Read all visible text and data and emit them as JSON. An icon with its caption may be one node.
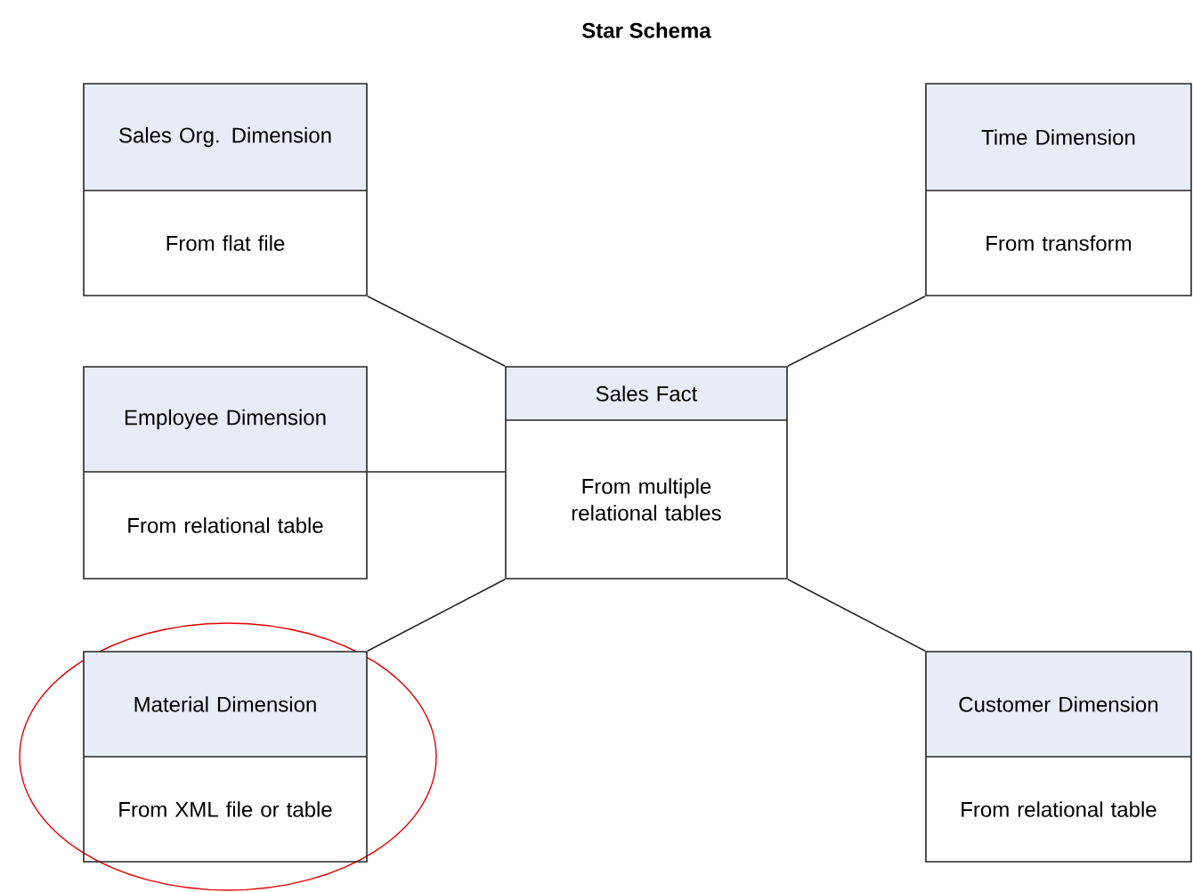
{
  "diagram": {
    "title": "Star Schema",
    "nodes": [
      {
        "text": [
          "Sales Org. Dimension",
          "From flat file"
        ]
      },
      {
        "text": [
          "Time Dimension",
          "From transform"
        ]
      },
      {
        "text": [
          "Employee Dimension",
          "From relational table"
        ]
      },
      {
        "text": [
          "Sales Fact",
          "From multiple relational tables"
        ]
      },
      {
        "text": [
          "Material Dimension",
          "From XML file or table"
        ]
      },
      {
        "text": [
          "Customer Dimension",
          "From relational table"
        ]
      }
    ],
    "edges": [
      {
        "from": 3,
        "to": 0,
        "arrow": "none"
      },
      {
        "from": 3,
        "to": 1,
        "arrow": "none"
      },
      {
        "from": 3,
        "to": 2,
        "arrow": "none"
      },
      {
        "from": 3,
        "to": 4,
        "arrow": "none"
      },
      {
        "from": 3,
        "to": 5,
        "arrow": "none"
      }
    ]
  }
}
